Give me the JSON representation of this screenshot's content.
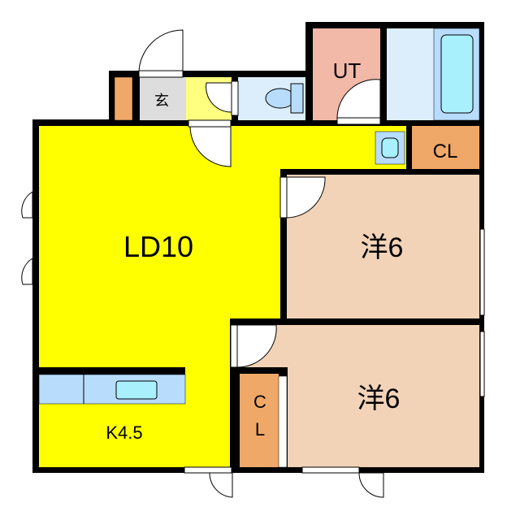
{
  "floor_plan": {
    "rooms": {
      "living_dining": {
        "label": "LD10",
        "color": "#ffff00"
      },
      "kitchen": {
        "label": "K4.5",
        "color": "#ffff00"
      },
      "bedroom_1": {
        "label": "洋6",
        "color": "#f2d3b7"
      },
      "bedroom_2": {
        "label": "洋6",
        "color": "#f2d3b7"
      },
      "utility": {
        "label": "UT",
        "color": "#f2b8a8"
      },
      "closet_1": {
        "label": "CL",
        "color": "#f0a868"
      },
      "closet_2": {
        "label_line1": "C",
        "label_line2": "L",
        "color": "#f0a868"
      },
      "entrance": {
        "label": "玄",
        "color": "#dddddd"
      },
      "hallway": {
        "color": "#ffff80"
      },
      "toilet": {
        "color": "#dceefc"
      },
      "bathroom": {
        "color": "#dceefc"
      }
    },
    "colors": {
      "wall": "#000000",
      "fixture": "#a8f0fc",
      "counter": "#b8dcfc"
    }
  }
}
